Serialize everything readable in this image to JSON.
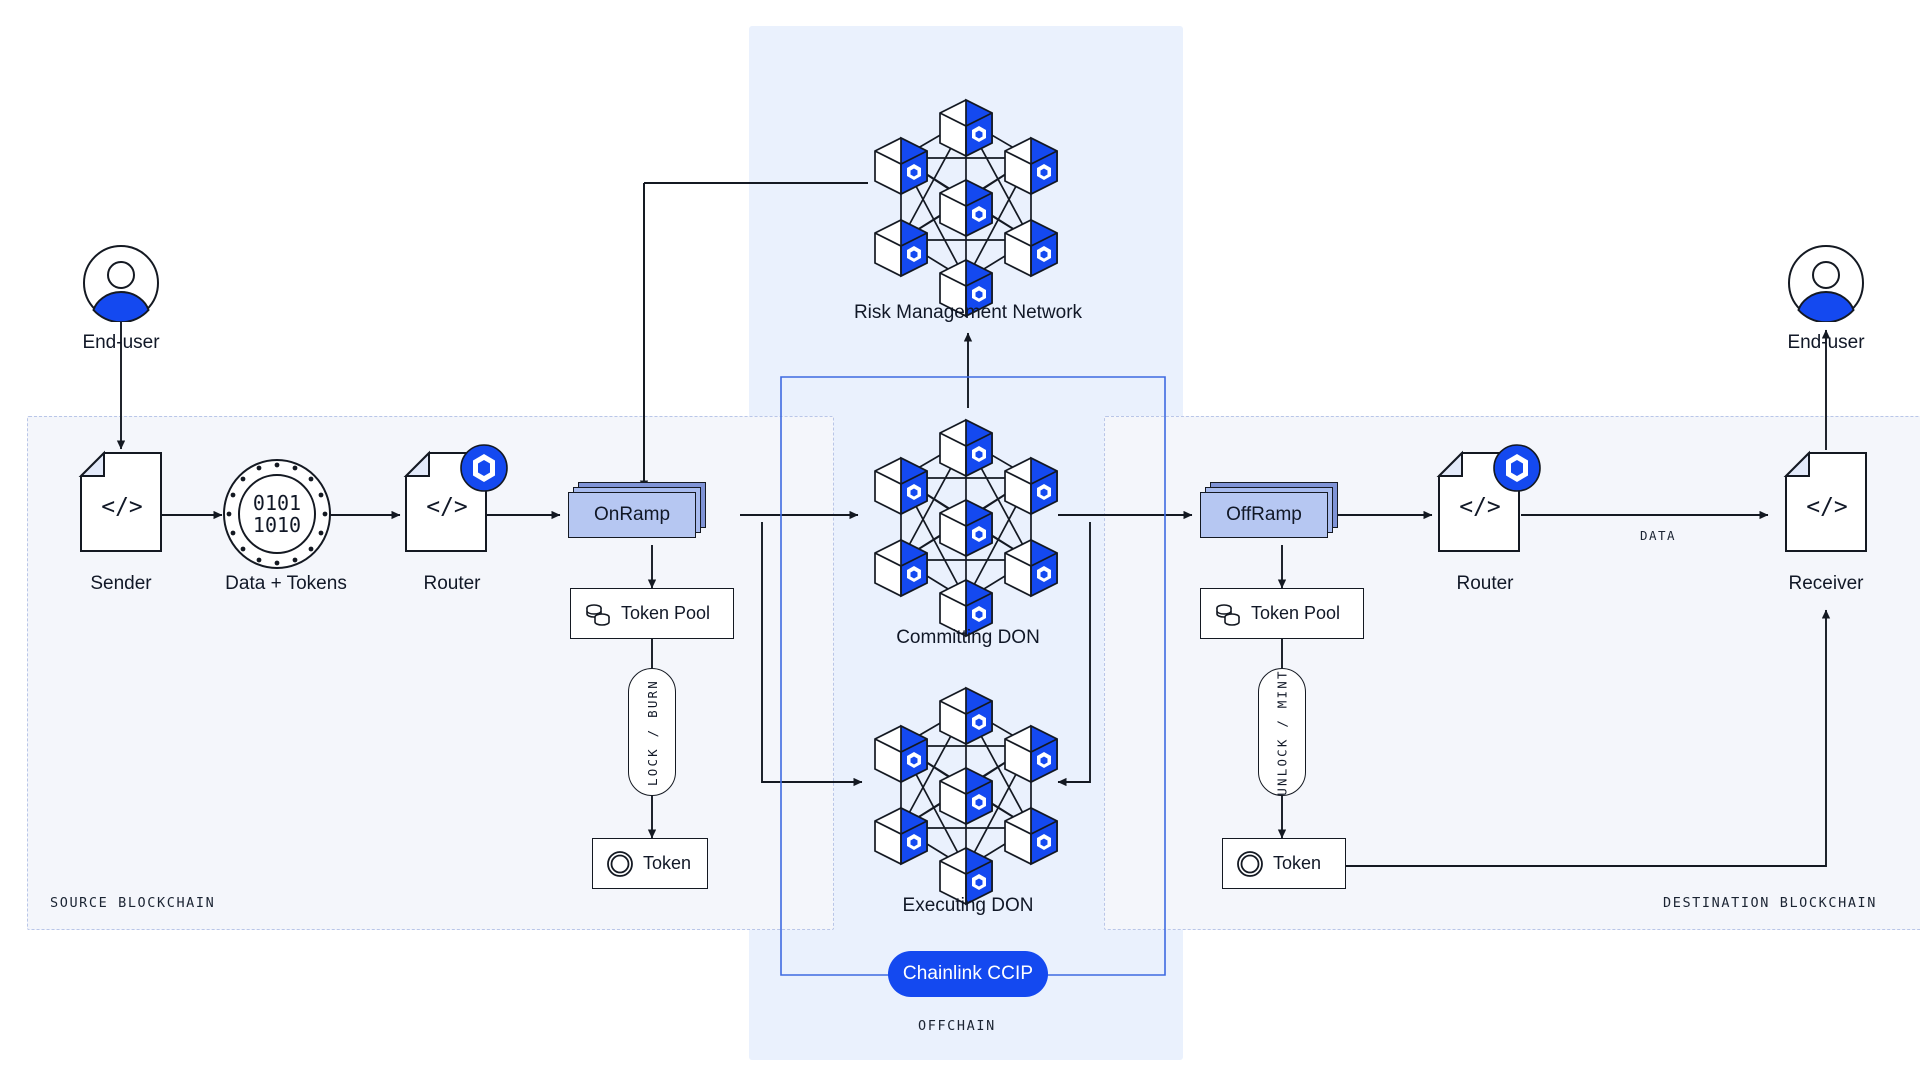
{
  "diagram": {
    "title": "Chainlink CCIP cross-chain architecture",
    "colors": {
      "accent_blue": "#1449f0",
      "ramp_fill": "#b6c7f2",
      "ramp_stack_mid": "#a8bbee",
      "ramp_stack_back": "#7f93d6",
      "zone_chain_bg": "#f4f6fb",
      "zone_chain_border": "#b9c6e8",
      "zone_offchain_bg": "#eaf1fd",
      "stroke": "#141922"
    }
  },
  "zones": {
    "source": {
      "label": "SOURCE BLOCKCHAIN"
    },
    "destination": {
      "label": "DESTINATION BLOCKCHAIN"
    },
    "offchain": {
      "label": "OFFCHAIN"
    }
  },
  "source_chain": {
    "end_user": {
      "label": "End-user",
      "icon": "user-avatar-icon"
    },
    "sender": {
      "label": "Sender",
      "icon": "code-document-icon",
      "glyph": "</>"
    },
    "data_tokens": {
      "label": "Data + Tokens",
      "icon": "binary-disc-icon",
      "line1": "0101",
      "line2": "1010"
    },
    "router": {
      "label": "Router",
      "icon": "code-document-icon",
      "glyph": "</>",
      "badge": "chainlink-badge-icon"
    },
    "onramp": {
      "label": "OnRamp",
      "icon": "stacked-contract-icon"
    },
    "token_pool": {
      "label": "Token Pool",
      "icon": "coin-stack-icon"
    },
    "lock_burn": {
      "label": "LOCK / BURN"
    },
    "token": {
      "label": "Token",
      "icon": "token-ring-icon"
    }
  },
  "destination_chain": {
    "end_user": {
      "label": "End-user",
      "icon": "user-avatar-icon"
    },
    "receiver": {
      "label": "Receiver",
      "icon": "code-document-icon",
      "glyph": "</>"
    },
    "router": {
      "label": "Router",
      "icon": "code-document-icon",
      "glyph": "</>",
      "badge": "chainlink-badge-icon"
    },
    "offramp": {
      "label": "OffRamp",
      "icon": "stacked-contract-icon"
    },
    "token_pool": {
      "label": "Token Pool",
      "icon": "coin-stack-icon"
    },
    "unlock_mint": {
      "label": "UNLOCK / MINT"
    },
    "token": {
      "label": "Token",
      "icon": "token-ring-icon"
    },
    "data_edge": {
      "label": "DATA"
    }
  },
  "offchain": {
    "risk_management_network": {
      "label": "Risk Management Network",
      "icon": "don-network-icon"
    },
    "committing_don": {
      "label": "Committing DON",
      "icon": "don-network-icon"
    },
    "executing_don": {
      "label": "Executing DON",
      "icon": "don-network-icon"
    },
    "ccip_badge": {
      "label": "Chainlink CCIP"
    }
  }
}
